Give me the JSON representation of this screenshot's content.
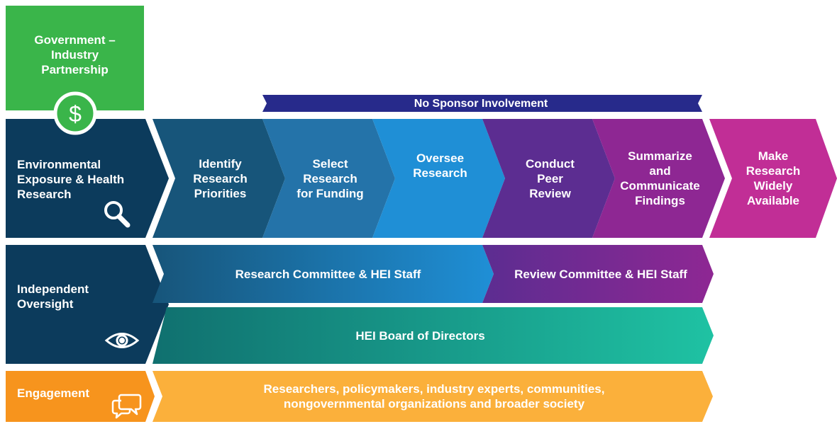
{
  "partnership": {
    "title": "Government –\nIndustry\nPartnership",
    "color": "#3ab54a"
  },
  "banner": {
    "label": "No Sponsor Involvement",
    "color": "#272a8b"
  },
  "rows": {
    "research": {
      "label": "Environmental\nExposure & Health\nResearch",
      "color": "#0c3b5c"
    },
    "oversight": {
      "label": "Independent\nOversight",
      "color": "#0c3b5c"
    },
    "engagement": {
      "label": "Engagement",
      "color": "#f7941d"
    }
  },
  "steps": [
    {
      "label": "Identify\nResearch\nPriorities",
      "color": "#17557a"
    },
    {
      "label": "Select\nResearch\nfor Funding",
      "color": "#2473a9"
    },
    {
      "label": "Oversee\nResearch",
      "color": "#1f8fd6"
    },
    {
      "label": "Conduct\nPeer\nReview",
      "color": "#5c2d91"
    },
    {
      "label": "Summarize\nand\nCommunicate\nFindings",
      "color": "#8e2793"
    },
    {
      "label": "Make\nResearch\nWidely\nAvailable",
      "color": "#c12e96"
    }
  ],
  "committees": {
    "research": "Research Committee & HEI Staff",
    "review": "Review Committee & HEI Staff",
    "board": "HEI Board of Directors"
  },
  "engagement_text": "Researchers, policymakers, industry experts, communities,\nnongovernmental organizations and broader society",
  "icons": {
    "partnership": "dollar-icon",
    "research": "magnifier-icon",
    "oversight": "eye-icon",
    "engagement": "speech-bubbles-icon"
  }
}
